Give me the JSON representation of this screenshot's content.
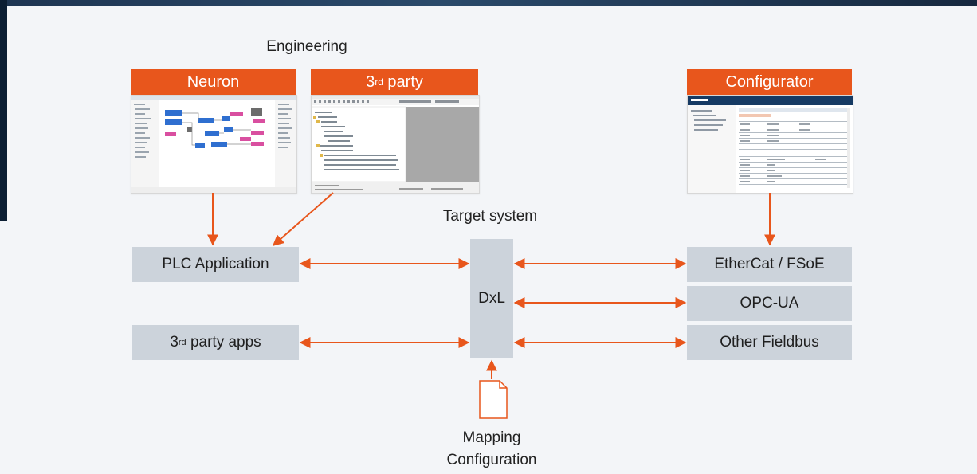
{
  "headings": {
    "engineering": "Engineering",
    "target_system": "Target system"
  },
  "tools": {
    "neuron": "Neuron",
    "third_party": {
      "base": "3",
      "sup": "rd",
      "rest": " party"
    },
    "configurator": "Configurator"
  },
  "blocks": {
    "plc_application": "PLC Application",
    "third_party_apps": {
      "base": "3",
      "sup": "rd",
      "rest": " party apps"
    },
    "dxl": "DxL",
    "ethercat": "EtherCat / FSoE",
    "opc_ua": "OPC-UA",
    "other_fieldbus": "Other Fieldbus"
  },
  "mapping": {
    "line1": "Mapping",
    "line2": "Configuration"
  },
  "colors": {
    "accent": "#e8561c",
    "block_fill": "#ccd3db",
    "background": "#f3f5f8"
  },
  "icons": {
    "document": "document-icon"
  }
}
